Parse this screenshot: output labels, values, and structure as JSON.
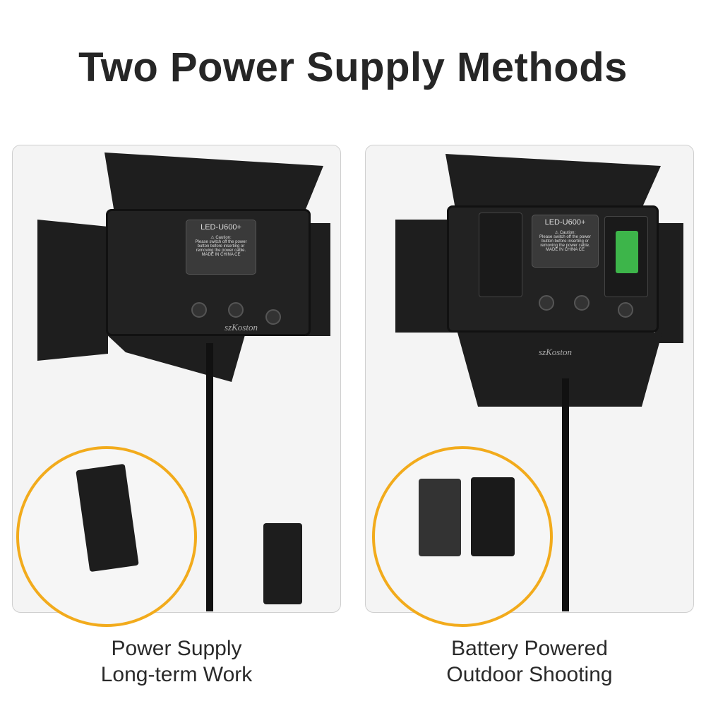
{
  "title": "Two Power Supply Methods",
  "left": {
    "product_label": "LED-U600+",
    "caution_title": "⚠ Caution:",
    "caution_text": "Please switch off the power button before inserting or removing the power cable.",
    "made_in": "MADE IN CHINA  CE",
    "watermark": "szKoston",
    "caption_line1": "Power Supply",
    "caption_line2": "Long-term Work"
  },
  "right": {
    "product_label": "LED-U600+",
    "caution_title": "⚠ Caution:",
    "caution_text": "Please switch off the power button before inserting or removing the power cable.",
    "made_in": "MADE IN CHINA  CE",
    "watermark": "szKoston",
    "caption_line1": "Battery Powered",
    "caption_line2": "Outdoor Shooting"
  },
  "colors": {
    "accent_circle": "#f2ab1c",
    "battery_indicator": "#3db54a"
  }
}
